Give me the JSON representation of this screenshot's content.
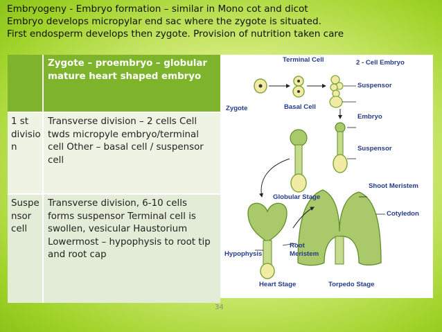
{
  "header": {
    "line1": "Embryogeny - Embryo formation – similar in Mono cot and dicot",
    "line2": "Embryo develops micropylar end sac where the zygote is situated.",
    "line3": "First endosperm develops then zygote. Provision of nutrition taken care"
  },
  "table": {
    "header": {
      "left": "",
      "right": "Zygote – proembryo – globular mature heart shaped embryo"
    },
    "rows": [
      {
        "left": "1 st divisio n",
        "right": "Transverse division – 2 cells Cell twds micropyle embryo/terminal cell Other – basal cell / suspensor cell"
      },
      {
        "left": "Suspe nsor cell",
        "right": "Transverse  division, 6-10 cells forms suspensor Terminal cell is swollen, vesicular Haustorium Lowermost – hypophysis to root tip and root cap"
      }
    ]
  },
  "diagram": {
    "labels": {
      "terminal_cell": "Terminal Cell",
      "two_cell_embryo": "2 - Cell Embryo",
      "suspensor_top": "Suspensor",
      "zygote": "Zygote",
      "basal_cell": "Basal Cell",
      "embryo": "Embryo",
      "suspensor_mid": "Suspensor",
      "shoot_meristem": "Shoot Meristem",
      "globular_stage": "Globular Stage",
      "cotyledon": "Cotyledon",
      "hypophysis": "Hypophysis",
      "root_meristem": "Root Meristem",
      "heart_stage": "Heart Stage",
      "torpedo_stage": "Torpedo Stage"
    },
    "label_color": "#253b8a",
    "tissue_color": "#7fa83a",
    "cell_fill": "#f2eba6"
  },
  "page_number": "34",
  "colors": {
    "header_cell": "#7db42c",
    "row_a": "#eef4e4",
    "row_b": "#e3ecd6",
    "background_center": "#f3fbd2",
    "background_edge": "#8cc31a"
  }
}
